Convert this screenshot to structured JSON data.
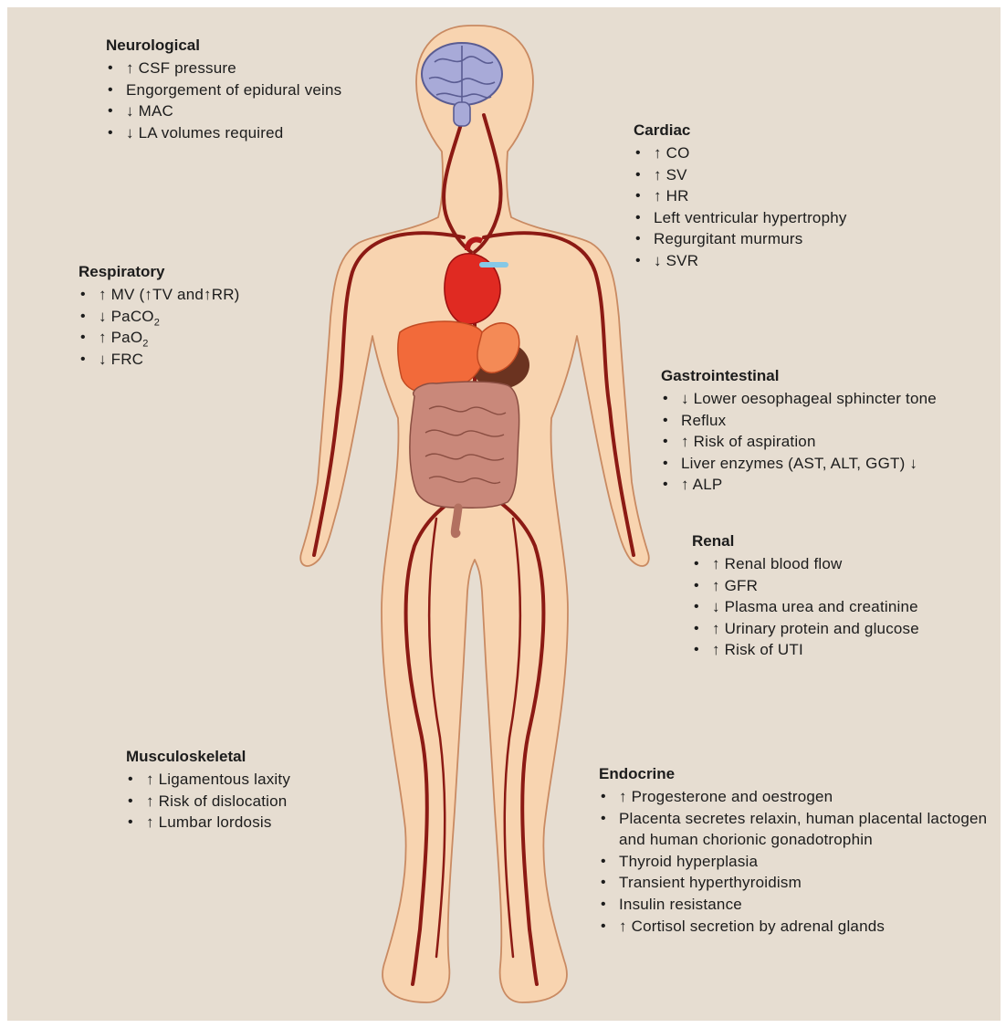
{
  "colors": {
    "background": "#e6ddd1",
    "skin": "#f8d4b0",
    "skin_outline": "#c98a62",
    "artery": "#8c1a14",
    "heart": "#e02a22",
    "liver": "#f26a3a",
    "stomach": "#f48a56",
    "spleen": "#6b3320",
    "intestine": "#c9887a",
    "brain": "#a8aad8"
  },
  "sections": {
    "neurological": {
      "title": "Neurological",
      "items": [
        "↑ CSF pressure",
        "Engorgement of epidural veins",
        "↓ MAC",
        "↓ LA volumes required"
      ]
    },
    "cardiac": {
      "title": "Cardiac",
      "items": [
        "↑ CO",
        "↑ SV",
        "↑ HR",
        "Left ventricular hypertrophy",
        "Regurgitant murmurs",
        "↓ SVR"
      ]
    },
    "respiratory": {
      "title": "Respiratory",
      "items": [
        "↑ MV (↑TV and↑RR)",
        "↓ PaCO",
        "↑ PaO",
        "↓ FRC"
      ],
      "subscript": "2"
    },
    "gastrointestinal": {
      "title": "Gastrointestinal",
      "items": [
        "↓ Lower oesophageal sphincter tone",
        "Reflux",
        "↑ Risk of aspiration",
        "Liver enzymes (AST, ALT, GGT) ↓",
        "↑ ALP"
      ]
    },
    "renal": {
      "title": "Renal",
      "items": [
        "↑ Renal blood flow",
        "↑ GFR",
        "↓ Plasma urea and creatinine",
        "↑ Urinary protein and glucose",
        "↑ Risk of UTI"
      ]
    },
    "musculoskeletal": {
      "title": "Musculoskeletal",
      "items": [
        "↑ Ligamentous laxity",
        "↑ Risk of dislocation",
        "↑ Lumbar lordosis"
      ]
    },
    "endocrine": {
      "title": "Endocrine",
      "items": [
        "↑ Progesterone and oestrogen",
        "Placenta secretes relaxin, human placental lactogen and human chorionic gonadotrophin",
        "Thyroid hyperplasia",
        "Transient hyperthyroidism",
        "Insulin resistance",
        "↑ Cortisol secretion by adrenal glands"
      ]
    }
  }
}
